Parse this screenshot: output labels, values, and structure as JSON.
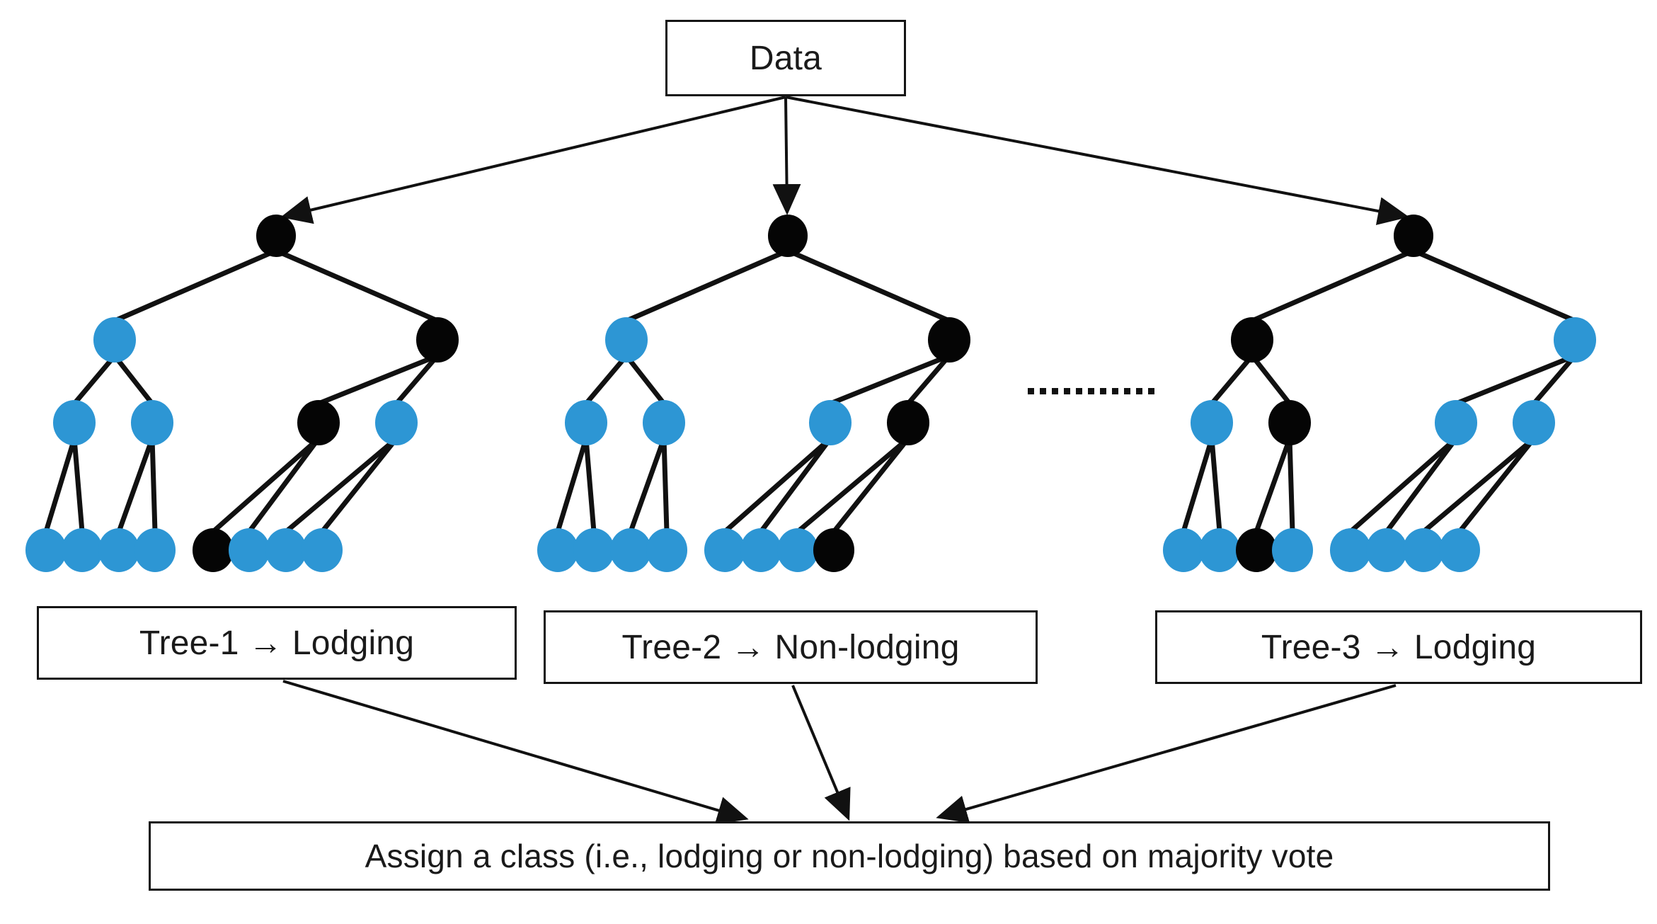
{
  "diagram": {
    "title_box": {
      "label": "Data"
    },
    "ellipsis": {
      "label": "...........",
      "dot_count": 11
    },
    "tree_labels": [
      {
        "id": "tree-1",
        "label": "Tree-1 → Lodging",
        "tree": "Tree-1",
        "arrow": "→",
        "prediction": "Lodging"
      },
      {
        "id": "tree-2",
        "label": "Tree-2 → Non-lodging",
        "tree": "Tree-2",
        "arrow": "→",
        "prediction": "Non-lodging"
      },
      {
        "id": "tree-3",
        "label": "Tree-3 → Lodging",
        "tree": "Tree-3",
        "arrow": "→",
        "prediction": "Lodging"
      }
    ],
    "verdict_box": {
      "label": "Assign a class (i.e., lodging or non-lodging) based on majority vote"
    },
    "colors": {
      "node_blue": "#2d96d4",
      "node_black": "#050505",
      "stroke": "#151515",
      "box_fill": "#ffffff",
      "text": "#1a1a1a"
    },
    "trees": [
      {
        "id": "tree-1",
        "levels": [
          [
            "black"
          ],
          [
            "blue",
            "black"
          ],
          [
            "blue",
            "blue",
            "black",
            "blue"
          ],
          [
            "blue",
            "blue",
            "blue",
            "blue",
            "black",
            "blue",
            "blue",
            "blue"
          ]
        ]
      },
      {
        "id": "tree-2",
        "levels": [
          [
            "black"
          ],
          [
            "blue",
            "black"
          ],
          [
            "blue",
            "blue",
            "blue",
            "black"
          ],
          [
            "blue",
            "blue",
            "blue",
            "blue",
            "blue",
            "blue",
            "blue",
            "black"
          ]
        ]
      },
      {
        "id": "tree-3",
        "levels": [
          [
            "black"
          ],
          [
            "black",
            "blue"
          ],
          [
            "blue",
            "black",
            "blue",
            "blue"
          ],
          [
            "blue",
            "blue",
            "black",
            "blue",
            "blue",
            "blue",
            "blue",
            "blue"
          ]
        ]
      }
    ]
  }
}
